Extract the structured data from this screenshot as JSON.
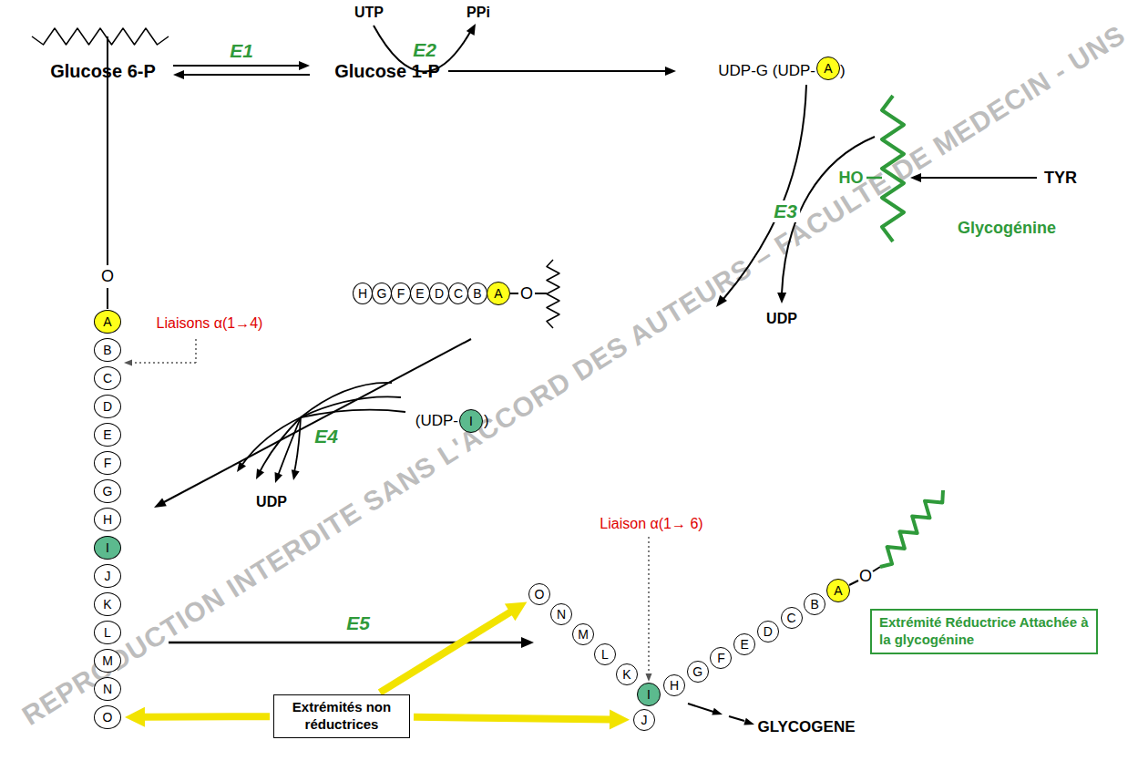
{
  "diagram": {
    "nodes": [
      {
        "text": [
          "A"
        ]
      },
      {
        "text": [
          "H"
        ]
      },
      {
        "text": [
          "G"
        ]
      },
      {
        "text": [
          "F"
        ]
      },
      {
        "text": [
          "E"
        ]
      },
      {
        "text": [
          "D"
        ]
      },
      {
        "text": [
          "C"
        ]
      },
      {
        "text": [
          "B"
        ]
      },
      {
        "text": [
          "A"
        ]
      },
      {
        "text": [
          "I"
        ]
      },
      {
        "text": [
          "A"
        ]
      },
      {
        "text": [
          "B"
        ]
      },
      {
        "text": [
          "C"
        ]
      },
      {
        "text": [
          "D"
        ]
      },
      {
        "text": [
          "E"
        ]
      },
      {
        "text": [
          "F"
        ]
      },
      {
        "text": [
          "G"
        ]
      },
      {
        "text": [
          "H"
        ]
      },
      {
        "text": [
          "I"
        ]
      },
      {
        "text": [
          "J"
        ]
      },
      {
        "text": [
          "K"
        ]
      },
      {
        "text": [
          "L"
        ]
      },
      {
        "text": [
          "M"
        ]
      },
      {
        "text": [
          "N"
        ]
      },
      {
        "text": [
          "O"
        ]
      },
      {
        "text": [
          "O"
        ]
      },
      {
        "text": [
          "N"
        ]
      },
      {
        "text": [
          "M"
        ]
      },
      {
        "text": [
          "L"
        ]
      },
      {
        "text": [
          "K"
        ]
      },
      {
        "text": [
          "I"
        ]
      },
      {
        "text": [
          "J"
        ]
      },
      {
        "text": [
          "H"
        ]
      },
      {
        "text": [
          "G"
        ]
      },
      {
        "text": [
          "F"
        ]
      },
      {
        "text": [
          "E"
        ]
      },
      {
        "text": [
          "D"
        ]
      },
      {
        "text": [
          "C"
        ]
      },
      {
        "text": [
          "B"
        ]
      },
      {
        "text": [
          "A"
        ]
      },
      {
        "text": [
          "Extrémité Réductrice Attachée à la glycogénine"
        ]
      },
      {
        "text": [
          "Extrémités non réductrices"
        ]
      }
    ],
    "edges": [
      {
        "from": 41,
        "to": 24,
        "arrow": "to"
      },
      {
        "from": 41,
        "to": 25,
        "arrow": "to"
      },
      {
        "from": 41,
        "to": 31,
        "arrow": "to"
      }
    ],
    "labels": [
      "UTP",
      "PPi",
      "E1",
      "E2",
      "Glucose 6-P",
      "Glucose 1-P",
      "UDP-G (UDP-",
      ")",
      "HO",
      "TYR",
      "E3",
      "Glycogénine",
      "O",
      "Liaisons α(1→4)",
      "O",
      "UDP",
      "E4",
      "(UDP-",
      ")",
      "UDP",
      "E5",
      "Liaison α(1→ 6)",
      "O",
      "GLYCOGENE",
      "REPRODUCTION INTERDITE SANS L'ACCORD DES AUTEURS – FACULTE DE MEDECIN - UNS"
    ]
  }
}
